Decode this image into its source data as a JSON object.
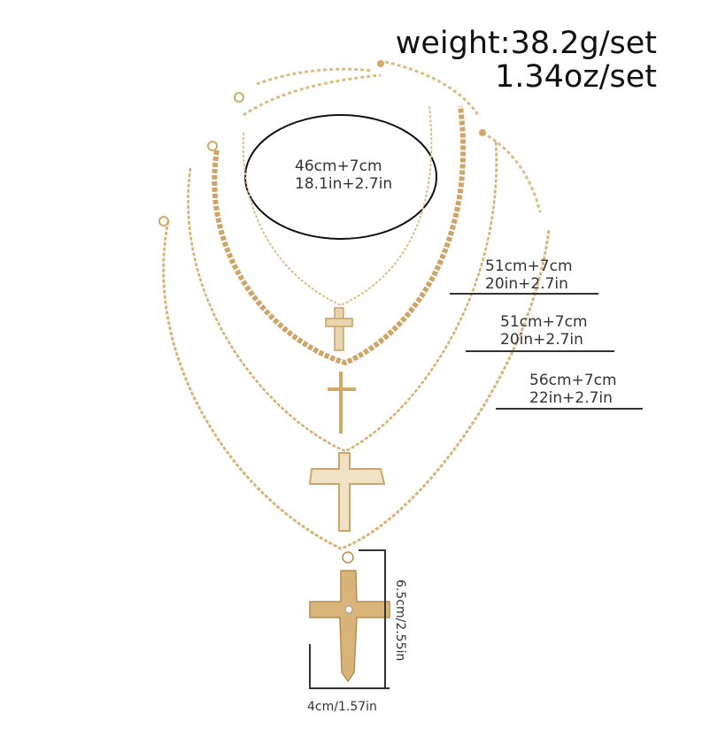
{
  "product": {
    "type": "layered cross pendant necklace set",
    "strands": 4,
    "metal_color": "#d9b47a"
  },
  "weight": {
    "line1": "weight:38.2g/set",
    "line2": "1.34oz/set"
  },
  "lengths": [
    {
      "cm": "46cm+7cm",
      "in": "18.1in+2.7in"
    },
    {
      "cm": "51cm+7cm",
      "in": "20in+2.7in"
    },
    {
      "cm": "51cm+7cm",
      "in": "20in+2.7in"
    },
    {
      "cm": "56cm+7cm",
      "in": "22in+2.7in"
    }
  ],
  "pendant_dimensions": {
    "height": "6.5cm/2.55in",
    "width": "4cm/1.57in"
  }
}
